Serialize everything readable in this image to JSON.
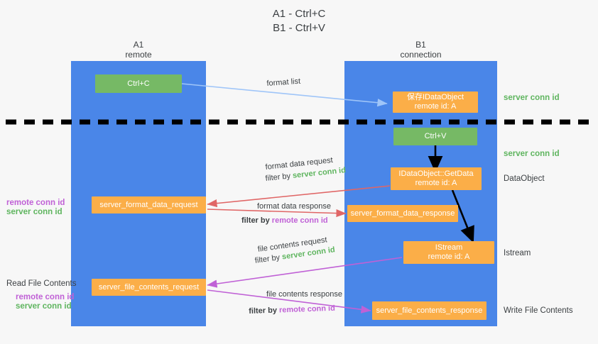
{
  "title": {
    "line1": "A1 - Ctrl+C",
    "line2": "B1 - Ctrl+V"
  },
  "lanes": [
    {
      "id": "a1",
      "name": "A1",
      "sub": "remote",
      "color": "#4a86e8"
    },
    {
      "id": "b1",
      "name": "B1",
      "sub": "connection",
      "color": "#4a86e8"
    }
  ],
  "colors": {
    "lane": "#4a86e8",
    "green_box": "#76b965",
    "orange_box": "#fbae48",
    "green_text": "#5fb55f",
    "magenta_text": "#c061d6",
    "blue_arrow": "#9fc5f8",
    "red_arrow": "#e06666",
    "magenta_arrow": "#c061d6",
    "black_arrow": "#000000",
    "background": "#f7f7f7"
  },
  "boxes": {
    "ctrl_c": {
      "label": "Ctrl+C"
    },
    "save_idataobject": {
      "line1": "保存IDataObject",
      "line2": "remote id: A"
    },
    "ctrl_v": {
      "label": "Ctrl+V"
    },
    "getdata": {
      "line1": "IDataObject::GetData",
      "line2": "remote id: A"
    },
    "server_format_data_request": {
      "label": "server_format_data_request"
    },
    "server_format_data_response": {
      "label": "server_format_data_response"
    },
    "istream": {
      "line1": "IStream",
      "line2": "remote id: A"
    },
    "server_file_contents_request": {
      "label": "server_file_contents_request"
    },
    "server_file_contents_response": {
      "label": "server_file_contents_response"
    }
  },
  "right_labels": {
    "server_conn_id_top": "server conn id",
    "server_conn_id_mid": "server conn id",
    "dataobject": "DataObject",
    "istream": "Istream",
    "write_file_contents": "Write File Contents"
  },
  "left_labels": {
    "remote_conn_id_1": "remote conn id",
    "server_conn_id_1": "server conn id",
    "read_file_contents": "Read File Contents",
    "remote_conn_id_2": "remote conn id",
    "server_conn_id_2": "server conn id"
  },
  "edge_labels": {
    "format_list": "format list",
    "format_data_request": "format data request",
    "format_data_request_filter_prefix": "filter by ",
    "format_data_request_filter_value": "server conn id",
    "format_data_response": "format data response",
    "format_data_response_filter_prefix": "filter by ",
    "format_data_response_filter_value": "remote conn id",
    "file_contents_request": "file contents request",
    "file_contents_request_filter_prefix": "filter by ",
    "file_contents_request_filter_value": "server conn id",
    "file_contents_response": "file contents response",
    "file_contents_response_filter_prefix": "filter by ",
    "file_contents_response_filter_value": "remote conn id"
  }
}
